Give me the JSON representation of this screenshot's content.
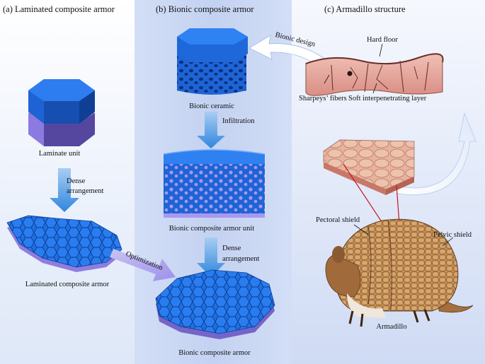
{
  "panels": {
    "a": {
      "title": "(a) Laminated composite armor"
    },
    "b": {
      "title": "(b) Bionic composite armor"
    },
    "c": {
      "title": "(c) Armadillo structure"
    }
  },
  "labels": {
    "laminate_unit": "Laminate unit",
    "dense_arrangement_1_line1": "Dense",
    "dense_arrangement_1_line2": "arrangement",
    "laminated_armor": "Laminated composite armor",
    "optimization": "Optimization",
    "bionic_ceramic": "Bionic ceramic",
    "infiltration": "Infiltration",
    "bionic_unit": "Bionic composite armor unit",
    "dense_arrangement_2_line1": "Dense",
    "dense_arrangement_2_line2": "arrangement",
    "bionic_armor": "Bionic composite armor",
    "bionic_design": "Bionic design",
    "hard_floor": "Hard floor",
    "sharpeys_fibers": "Sharpeys’ fibers",
    "soft_layer": "Soft interpenetrating layer",
    "pectoral_shield": "Pectoral shield",
    "pelvic_shield": "Pelvic shield",
    "armadillo": "Armadillo"
  },
  "colors": {
    "ceramic_blue": "#1f6fe0",
    "ceramic_dark": "#0f48a8",
    "backing_purple": "#9a86e8",
    "arrow_blue": "#3a8fe0",
    "skin_pink": "#e6a9a0",
    "armadillo_brown": "#b5804a"
  }
}
